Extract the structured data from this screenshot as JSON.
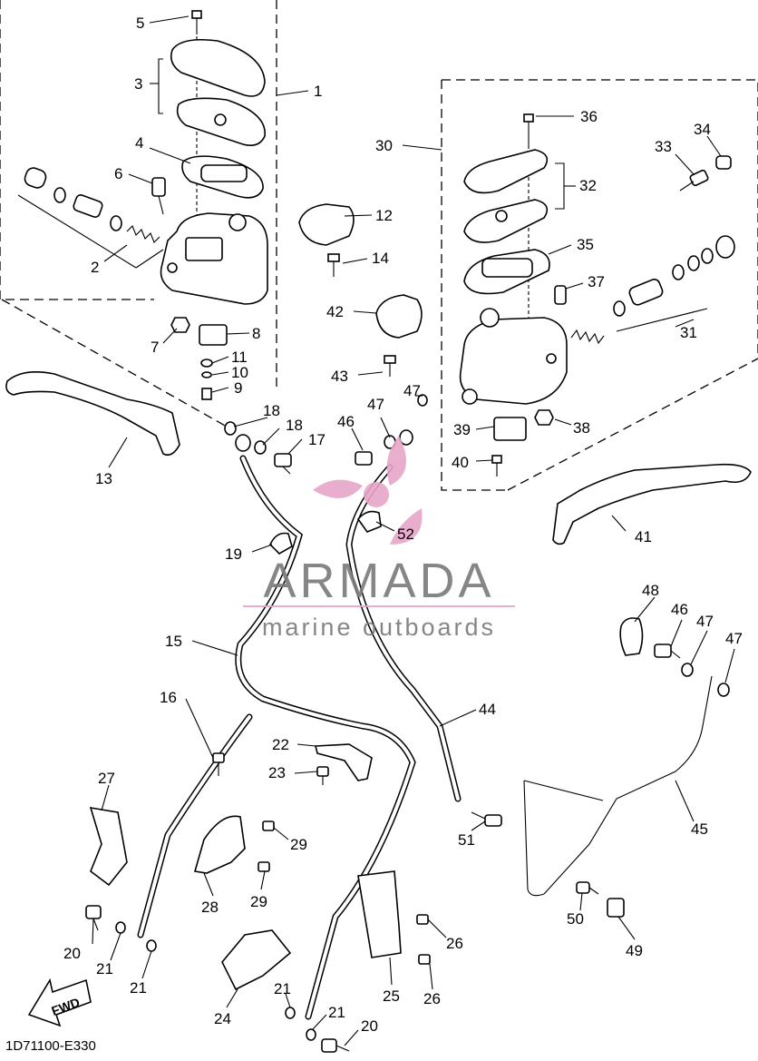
{
  "diagram": {
    "code": "1D71100-E330",
    "fwd_label": "FWD"
  },
  "watermark": {
    "brand": "ARMADA",
    "tagline": "marine outboards",
    "accent": "#e7a6c8"
  },
  "callouts": [
    {
      "id": "c5",
      "text": "5"
    },
    {
      "id": "c3",
      "text": "3"
    },
    {
      "id": "c1",
      "text": "1"
    },
    {
      "id": "c4",
      "text": "4"
    },
    {
      "id": "c6",
      "text": "6"
    },
    {
      "id": "c2",
      "text": "2"
    },
    {
      "id": "c12",
      "text": "12"
    },
    {
      "id": "c14",
      "text": "14"
    },
    {
      "id": "c7",
      "text": "7"
    },
    {
      "id": "c8",
      "text": "8"
    },
    {
      "id": "c11",
      "text": "11"
    },
    {
      "id": "c10",
      "text": "10"
    },
    {
      "id": "c9",
      "text": "9"
    },
    {
      "id": "c13",
      "text": "13"
    },
    {
      "id": "c18a",
      "text": "18"
    },
    {
      "id": "c18b",
      "text": "18"
    },
    {
      "id": "c17",
      "text": "17"
    },
    {
      "id": "c46a",
      "text": "46"
    },
    {
      "id": "c47a",
      "text": "47"
    },
    {
      "id": "c47b",
      "text": "47"
    },
    {
      "id": "c52",
      "text": "52"
    },
    {
      "id": "c19",
      "text": "19"
    },
    {
      "id": "c42",
      "text": "42"
    },
    {
      "id": "c43",
      "text": "43"
    },
    {
      "id": "c30",
      "text": "30"
    },
    {
      "id": "c36",
      "text": "36"
    },
    {
      "id": "c32",
      "text": "32"
    },
    {
      "id": "c35",
      "text": "35"
    },
    {
      "id": "c37",
      "text": "37"
    },
    {
      "id": "c33",
      "text": "33"
    },
    {
      "id": "c34",
      "text": "34"
    },
    {
      "id": "c31",
      "text": "31"
    },
    {
      "id": "c39",
      "text": "39"
    },
    {
      "id": "c38",
      "text": "38"
    },
    {
      "id": "c40",
      "text": "40"
    },
    {
      "id": "c41",
      "text": "41"
    },
    {
      "id": "c15",
      "text": "15"
    },
    {
      "id": "c16",
      "text": "16"
    },
    {
      "id": "c48",
      "text": "48"
    },
    {
      "id": "c46b",
      "text": "46"
    },
    {
      "id": "c47c",
      "text": "47"
    },
    {
      "id": "c47d",
      "text": "47"
    },
    {
      "id": "c44",
      "text": "44"
    },
    {
      "id": "c22",
      "text": "22"
    },
    {
      "id": "c23",
      "text": "23"
    },
    {
      "id": "c27",
      "text": "27"
    },
    {
      "id": "c29a",
      "text": "29"
    },
    {
      "id": "c29b",
      "text": "29"
    },
    {
      "id": "c28",
      "text": "28"
    },
    {
      "id": "c51",
      "text": "51"
    },
    {
      "id": "c45",
      "text": "45"
    },
    {
      "id": "c20a",
      "text": "20"
    },
    {
      "id": "c21a",
      "text": "21"
    },
    {
      "id": "c21b",
      "text": "21"
    },
    {
      "id": "c26a",
      "text": "26"
    },
    {
      "id": "c26b",
      "text": "26"
    },
    {
      "id": "c50",
      "text": "50"
    },
    {
      "id": "c49",
      "text": "49"
    },
    {
      "id": "c24",
      "text": "24"
    },
    {
      "id": "c25",
      "text": "25"
    },
    {
      "id": "c21c",
      "text": "21"
    },
    {
      "id": "c21d",
      "text": "21"
    },
    {
      "id": "c20b",
      "text": "20"
    }
  ]
}
